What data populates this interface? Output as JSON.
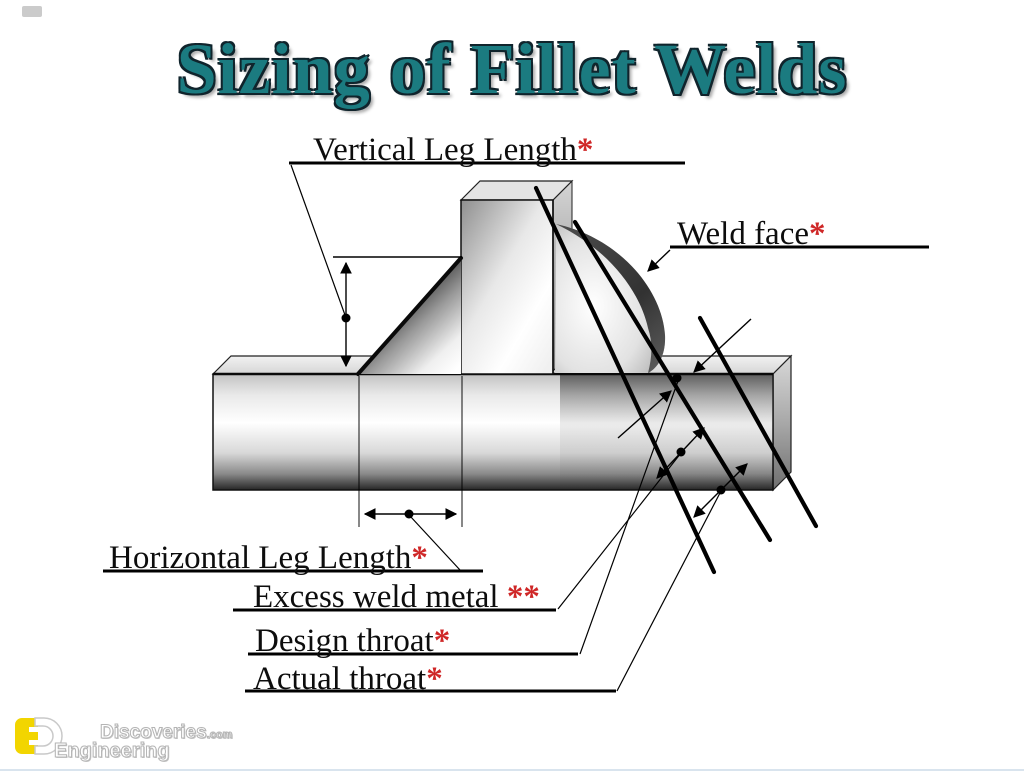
{
  "title": {
    "text": "Sizing of Fillet Welds"
  },
  "labels": {
    "vertical_leg": {
      "text": "Vertical Leg Length",
      "mark": "*"
    },
    "weld_face": {
      "text": "Weld face",
      "mark": "*"
    },
    "horizontal_leg": {
      "text": "Horizontal Leg Length",
      "mark": "*"
    },
    "excess_weld": {
      "text": "Excess weld metal ",
      "mark": "**"
    },
    "design_throat": {
      "text": "Design throat",
      "mark": "*"
    },
    "actual_throat": {
      "text": "Actual throat",
      "mark": "*"
    }
  },
  "colors": {
    "title_teal": "#1b7b80",
    "asterisk_red": "#cf2727",
    "diagram_line": "#000000"
  },
  "watermark": {
    "brand_top": "Discoveries",
    "brand_top_suffix": ".com",
    "brand_bottom": "Engineering"
  }
}
